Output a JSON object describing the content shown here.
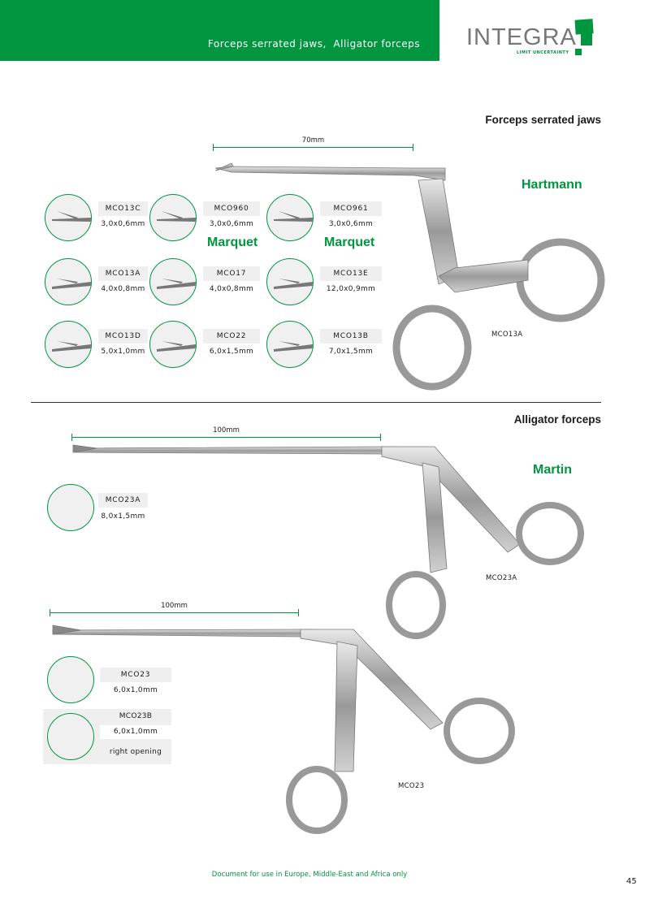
{
  "header": {
    "title": "Forceps serrated jaws,  Alligator forceps",
    "logo": "INTEGRA",
    "logo_tagline": "LIMIT UNCERTAINTY"
  },
  "section1": {
    "title": "Forceps serrated jaws",
    "dimension": "70mm",
    "brand": "Hartmann",
    "instrument_label": "MCO13A",
    "items": [
      {
        "code": "MCO13C",
        "size": "3,0x0,6mm"
      },
      {
        "code": "MCO960",
        "size": "3,0x0,6mm",
        "brand": "Marquet"
      },
      {
        "code": "MCO961",
        "size": "3,0x0,6mm",
        "brand": "Marquet"
      },
      {
        "code": "MCO13A",
        "size": "4,0x0,8mm"
      },
      {
        "code": "MCO17",
        "size": "4,0x0,8mm"
      },
      {
        "code": "MCO13E",
        "size": "12,0x0,9mm"
      },
      {
        "code": "MCO13D",
        "size": "5,0x1,0mm"
      },
      {
        "code": "MCO22",
        "size": "6,0x1,5mm"
      },
      {
        "code": "MCO13B",
        "size": "7,0x1,5mm"
      }
    ]
  },
  "section2": {
    "title": "Alligator forceps",
    "brand": "Martin",
    "a": {
      "dimension": "100mm",
      "code": "MCO23A",
      "size": "8,0x1,5mm",
      "instrument_label": "MCO23A"
    },
    "b": {
      "dimension": "100mm",
      "code": "MCO23",
      "size": "6,0x1,0mm",
      "instrument_label": "MCO23"
    },
    "c": {
      "code": "MCO23B",
      "size": "6,0x1,0mm",
      "note": "right opening"
    }
  },
  "footer": {
    "text": "Document for use in Europe, Middle-East and Africa only",
    "page": "45"
  }
}
